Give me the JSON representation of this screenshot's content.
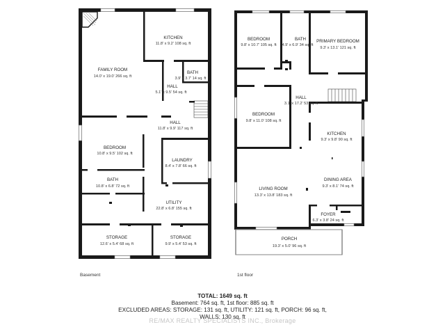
{
  "floors": {
    "basement_label": "Basement",
    "first_label": "1st floor"
  },
  "rooms": {
    "basement": {
      "family_room": {
        "name": "FAMILY ROOM",
        "dims": "14.0' x 19.0' 266 sq. ft"
      },
      "kitchen": {
        "name": "KITCHEN",
        "dims": "11.8' x 9.2' 108 sq. ft"
      },
      "bath_top": {
        "name": "BATH",
        "dims": "3.9' x 3.7' 14 sq. ft"
      },
      "hall_top": {
        "name": "HALL",
        "dims": "5.1' x 9.5' 54 sq. ft"
      },
      "hall_mid": {
        "name": "HALL",
        "dims": "11.8' x 9.9' 117 sq. ft"
      },
      "bedroom": {
        "name": "BEDROOM",
        "dims": "10.8' x 9.5' 102 sq. ft"
      },
      "laundry": {
        "name": "LAUNDRY",
        "dims": "8.4' x 7.8' 66 sq. ft"
      },
      "bath": {
        "name": "BATH",
        "dims": "10.8' x 6.8' 72 sq. ft"
      },
      "utility": {
        "name": "UTILITY",
        "dims": "22.8' x 6.8' 155 sq. ft"
      },
      "storage_left": {
        "name": "STORAGE",
        "dims": "12.6' x 5.4' 68 sq. ft"
      },
      "storage_right": {
        "name": "STORAGE",
        "dims": "9.9' x 5.4' 53 sq. ft"
      }
    },
    "first": {
      "bedroom_top": {
        "name": "BEDROOM",
        "dims": "9.8' x 10.7' 105 sq. ft"
      },
      "bath": {
        "name": "BATH",
        "dims": "4.9' x 6.9' 34 sq. ft"
      },
      "primary_bedroom": {
        "name": "PRIMARY BEDROOM",
        "dims": "9.3' x 13.1' 121 sq. ft"
      },
      "hall": {
        "name": "HALL",
        "dims": "3.1' x 17.2' 53 sq. ft"
      },
      "bedroom_mid": {
        "name": "BEDROOM",
        "dims": "9.8' x 11.0' 108 sq. ft"
      },
      "kitchen": {
        "name": "KITCHEN",
        "dims": "9.3' x 9.8' 90 sq. ft"
      },
      "dining_area": {
        "name": "DINING AREA",
        "dims": "9.3' x 8.1' 74 sq. ft"
      },
      "living_room": {
        "name": "LIVING ROOM",
        "dims": "13.3' x 13.8' 183 sq. ft"
      },
      "foyer": {
        "name": "FOYER",
        "dims": "6.3' x 3.8' 24 sq. ft"
      },
      "porch": {
        "name": "PORCH",
        "dims": "19.3' x 5.0' 96 sq. ft"
      }
    }
  },
  "summary": {
    "total_label": "TOTAL:",
    "total_value": "1649 sq. ft",
    "line1": "Basement: 764 sq. ft, 1st floor: 885 sq. ft",
    "line2": "EXCLUDED AREAS: STORAGE: 131 sq. ft, UTILITY: 121 sq. ft, PORCH: 96 sq. ft,",
    "line3": "WALLS: 130 sq. ft"
  },
  "watermark": "RE/MAX REALTY SPECIALISTS INC., Brokerage"
}
